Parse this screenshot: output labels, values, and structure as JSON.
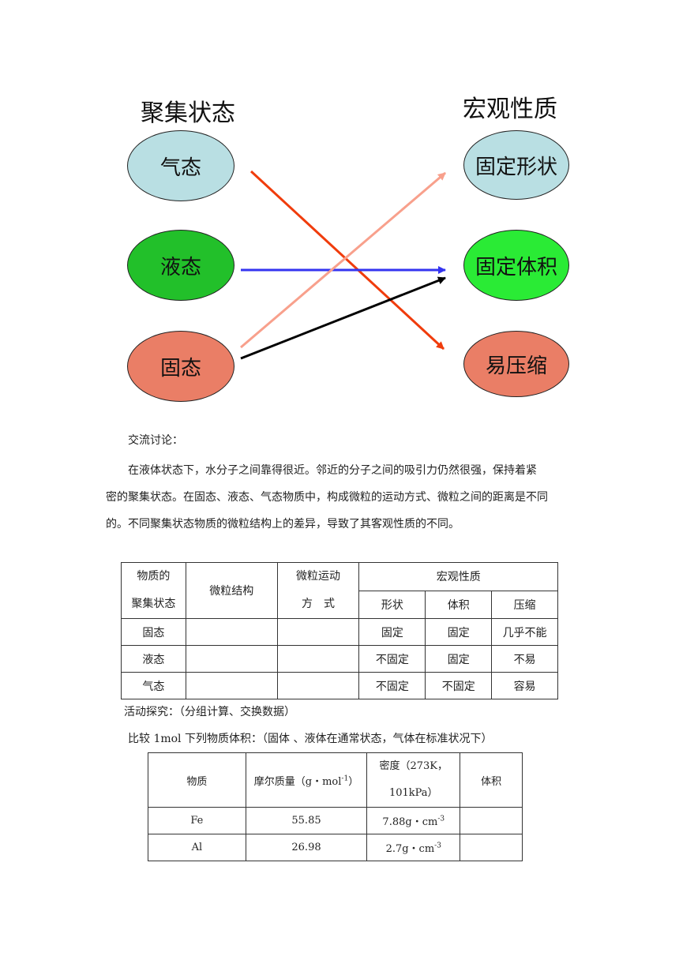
{
  "diagram": {
    "left_title": "聚集状态",
    "right_title": "宏观性质",
    "left": [
      {
        "label": "气态",
        "color": "#b9dfe3"
      },
      {
        "label": "液态",
        "color": "#22c02a"
      },
      {
        "label": "固态",
        "color": "#ea7e66"
      }
    ],
    "right": [
      {
        "label": "固定形状",
        "color": "#b9dfe3"
      },
      {
        "label": "固定体积",
        "color": "#2aeb35"
      },
      {
        "label": "易压缩",
        "color": "#ea7e66"
      }
    ],
    "arrows": [
      {
        "from": "气态",
        "to": "易压缩",
        "color": "#f03c0c"
      },
      {
        "from": "液态",
        "to": "固定体积",
        "color": "#3434f0"
      },
      {
        "from": "固态",
        "to": "固定形状",
        "color": "#f8a08c"
      },
      {
        "from": "固态",
        "to": "固定体积",
        "color": "#000000"
      }
    ]
  },
  "text": {
    "discussion_title": "交流讨论：",
    "p1_line1": "在液体状态下，水分子之间靠得很近。邻近的分子之间的吸引力仍然很强，保持着紧",
    "p1_line2": "密的聚集状态。在固态、液态、气态物质中，构成微粒的运动方式、微粒之间的距离是不同",
    "p1_line3": "的。不同聚集状态物质的微粒结构上的差异，导致了其客观性质的不同。",
    "activity": "活动探究：（分组计算、交换数据）",
    "compare": "比较 1mol 下列物质体积：（固体 、液体在通常状态，气体在标准状况下）"
  },
  "table1": {
    "h_state_1": "物质的",
    "h_state_2": "聚集状态",
    "h_structure": "微粒结构",
    "h_motion_1": "微粒运动",
    "h_motion_2": "方　式",
    "h_macro": "宏观性质",
    "h_shape": "形状",
    "h_volume": "体积",
    "h_compress": "压缩",
    "rows": [
      {
        "state": "固态",
        "structure": "",
        "motion": "",
        "shape": "固定",
        "volume": "固定",
        "compress": "几乎不能"
      },
      {
        "state": "液态",
        "structure": "",
        "motion": "",
        "shape": "不固定",
        "volume": "固定",
        "compress": "不易"
      },
      {
        "state": "气态",
        "structure": "",
        "motion": "",
        "shape": "不固定",
        "volume": "不固定",
        "compress": "容易"
      }
    ]
  },
  "table2": {
    "h_substance": "物质",
    "h_molar": "摩尔质量（g・mol",
    "h_molar_sup": "-1",
    "h_molar_end": "）",
    "h_density_1": "密度（273K，",
    "h_density_2": "101kPa）",
    "h_volume": "体积",
    "rows": [
      {
        "substance": "Fe",
        "molar": "55.85",
        "density": "7.88g・cm",
        "density_sup": "-3",
        "volume": ""
      },
      {
        "substance": "Al",
        "molar": "26.98",
        "density": "2.7g・cm",
        "density_sup": "-3",
        "volume": ""
      }
    ]
  }
}
